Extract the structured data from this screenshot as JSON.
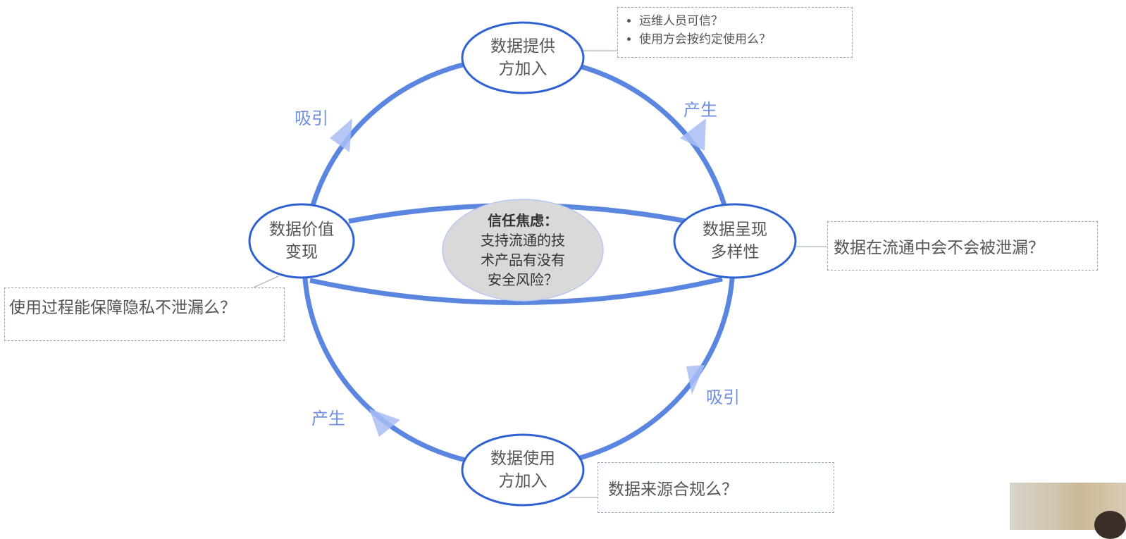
{
  "nodes": {
    "top": [
      "数据提供",
      "方加入"
    ],
    "left": [
      "数据价值",
      "变现"
    ],
    "right": [
      "数据呈现",
      "多样性"
    ],
    "bottom": [
      "数据使用",
      "方加入"
    ],
    "center": {
      "title": "信任焦虑：",
      "lines": [
        "支持流通的技",
        "术产品有没有",
        "安全风险？"
      ]
    }
  },
  "edge_labels": {
    "top_left": "吸引",
    "top_right": "产生",
    "bottom_right": "吸引",
    "bottom_left": "产生"
  },
  "callouts": {
    "top": [
      "运维人员可信？",
      "使用方会按约定使用么？"
    ],
    "right": "数据在流通中会不会被泄漏？",
    "left": "使用过程能保障隐私不泄漏么？",
    "bottom": "数据来源合规么？"
  },
  "colors": {
    "ring": "#5b86e0",
    "node_border": "#2f62d0",
    "arrow": "#a9bdf5",
    "center_fill": "#d9d9d9"
  }
}
